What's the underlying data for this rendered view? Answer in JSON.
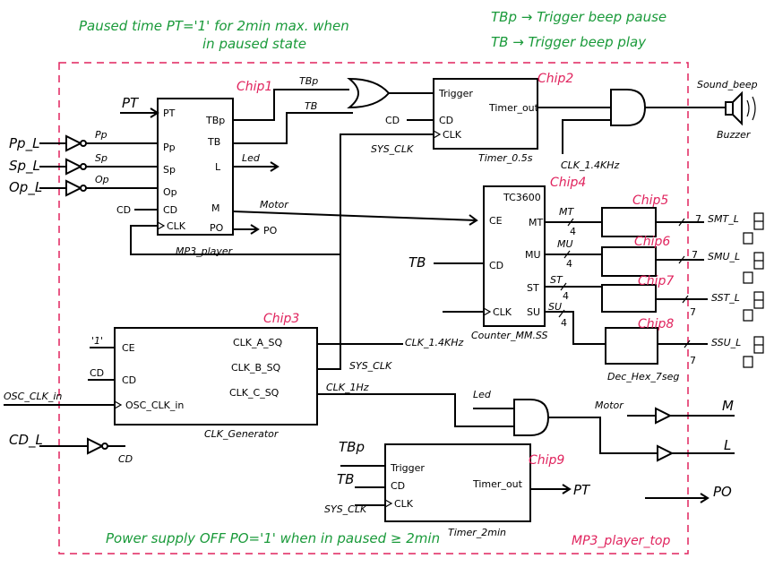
{
  "notes": {
    "paused_1": "Paused time PT='1' for 2min max. when",
    "paused_2": "in paused state",
    "tbp": "TBp → Trigger beep pause",
    "tb": "TB → Trigger beep play",
    "power": "Power supply OFF  PO='1' when in paused ≥ 2min",
    "top": "MP3_player_top"
  },
  "chips": {
    "chip1": "Chip1",
    "chip2": "Chip2",
    "chip3": "Chip3",
    "chip4": "Chip4",
    "chip5": "Chip5",
    "chip6": "Chip6",
    "chip7": "Chip7",
    "chip8": "Chip8",
    "chip9": "Chip9"
  },
  "mp3": {
    "name": "MP3_player",
    "pins_left": [
      "PT",
      "Pp",
      "Sp",
      "Op",
      "CD",
      "CLK"
    ],
    "pins_right": [
      "TBp",
      "TB",
      "L",
      "M",
      "PO"
    ]
  },
  "timer1": {
    "name": "Timer_0.5s",
    "pins": [
      "Trigger",
      "CD",
      "CLK",
      "Timer_out"
    ]
  },
  "counter": {
    "name": "Counter_MM.SS",
    "top": "TC3600",
    "pins": [
      "CE",
      "CD",
      "CLK",
      "MT",
      "MU",
      "ST",
      "SU"
    ]
  },
  "decoder": {
    "name": "Dec_Hex_7seg"
  },
  "clkgen": {
    "name": "CLK_Generator",
    "pins": [
      "CE",
      "CD",
      "OSC_CLK_in",
      "CLK_A_SQ",
      "CLK_B_SQ",
      "CLK_C_SQ"
    ]
  },
  "timer2": {
    "name": "Timer_2min",
    "pins": [
      "Trigger",
      "CD",
      "CLK",
      "Timer_out"
    ]
  },
  "signals": {
    "pt": "PT",
    "tbp": "TBp",
    "tb": "TB",
    "cd": "CD",
    "sys_clk": "SYS_CLK",
    "clk_14k": "CLK_1.4KHz",
    "clk_14k_b": "CLK_1.4KHz",
    "clk_1hz": "CLK_1Hz",
    "led": "Led",
    "motor": "Motor",
    "pp_l": "Pp_L",
    "sp_l": "Sp_L",
    "op_l": "Op_L",
    "pp": "Pp",
    "sp": "Sp",
    "op": "Op",
    "one": "'1'",
    "osc": "OSC_CLK_in",
    "cd_l": "CD_L",
    "tb_in": "TB",
    "mt": "MT",
    "mu": "MU",
    "st": "ST",
    "su": "SU",
    "four": "4",
    "seven": "7",
    "smt": "SMT_L",
    "smu": "SMU_L",
    "sst": "SST_L",
    "ssu": "SSU_L",
    "m": "M",
    "l": "L",
    "po": "PO",
    "pt_out": "PT",
    "sound": "Sound_beep",
    "buzzer": "Buzzer",
    "tbp2": "TBp",
    "tb2": "TB",
    "sysclk2": "SYS_CLK",
    "cd2": "CD",
    "sysclk3": "SYS_CLK"
  }
}
